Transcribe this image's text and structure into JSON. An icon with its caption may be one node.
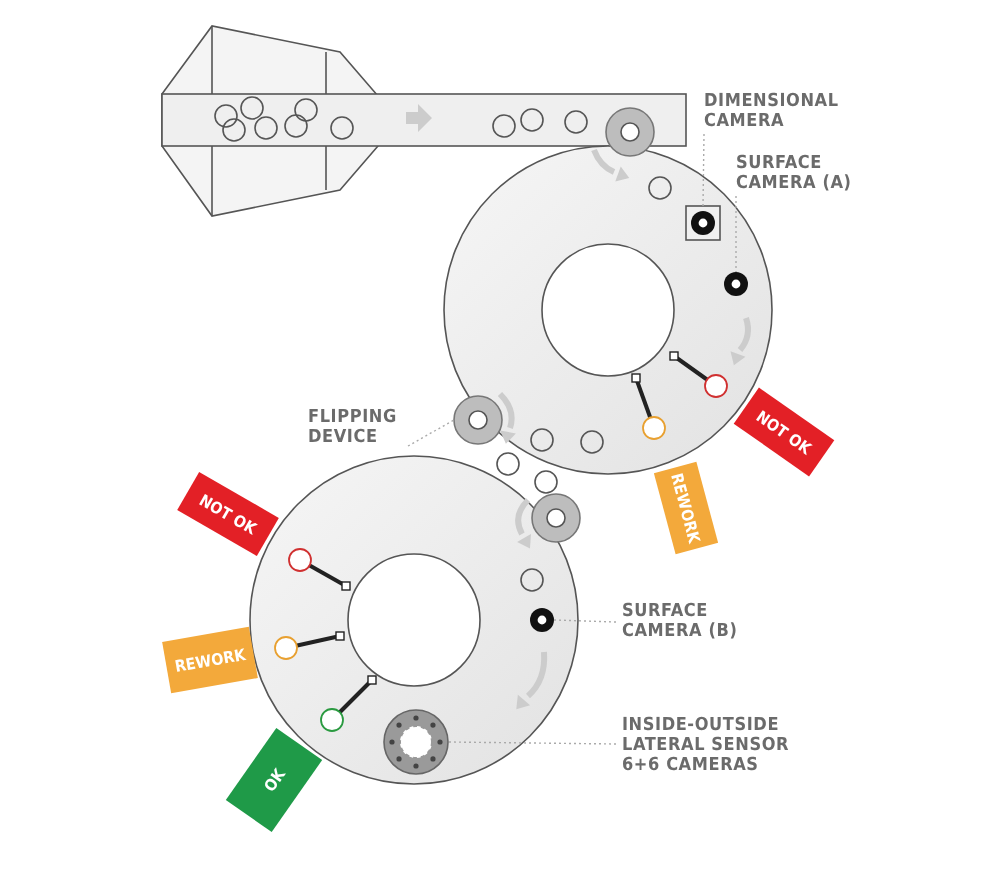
{
  "diagram": {
    "nodes": [
      {
        "text": [
          "DIMENSIONAL CAMERA"
        ]
      },
      {
        "text": [],
        "shape": "box"
      },
      {
        "text": [
          "SURFACE CAMERA (A)"
        ]
      },
      {
        "text": [],
        "shape": "circle"
      },
      {
        "text": [
          "FLIPPING DEVICE"
        ]
      },
      {
        "text": [],
        "shape": "circle"
      },
      {
        "text": [
          "SURFACE CAMERA (B)"
        ]
      },
      {
        "text": [],
        "shape": "circle"
      },
      {
        "text": [
          "INSIDE-OUTSIDE LATERAL SENSOR 6+6 CAMERAS"
        ]
      },
      {
        "text": [],
        "shape": "circle"
      }
    ],
    "edges": [
      {
        "from": 0,
        "to": 1,
        "arrow": "none"
      },
      {
        "from": 2,
        "to": 3,
        "arrow": "none"
      },
      {
        "from": 4,
        "to": 5,
        "arrow": "none"
      },
      {
        "from": 6,
        "to": 7,
        "arrow": "none"
      },
      {
        "from": 8,
        "to": 9,
        "arrow": "none"
      }
    ],
    "labels": [
      "NOT OK",
      "REWORK",
      "NOT OK",
      "REWORK",
      "OK"
    ]
  }
}
